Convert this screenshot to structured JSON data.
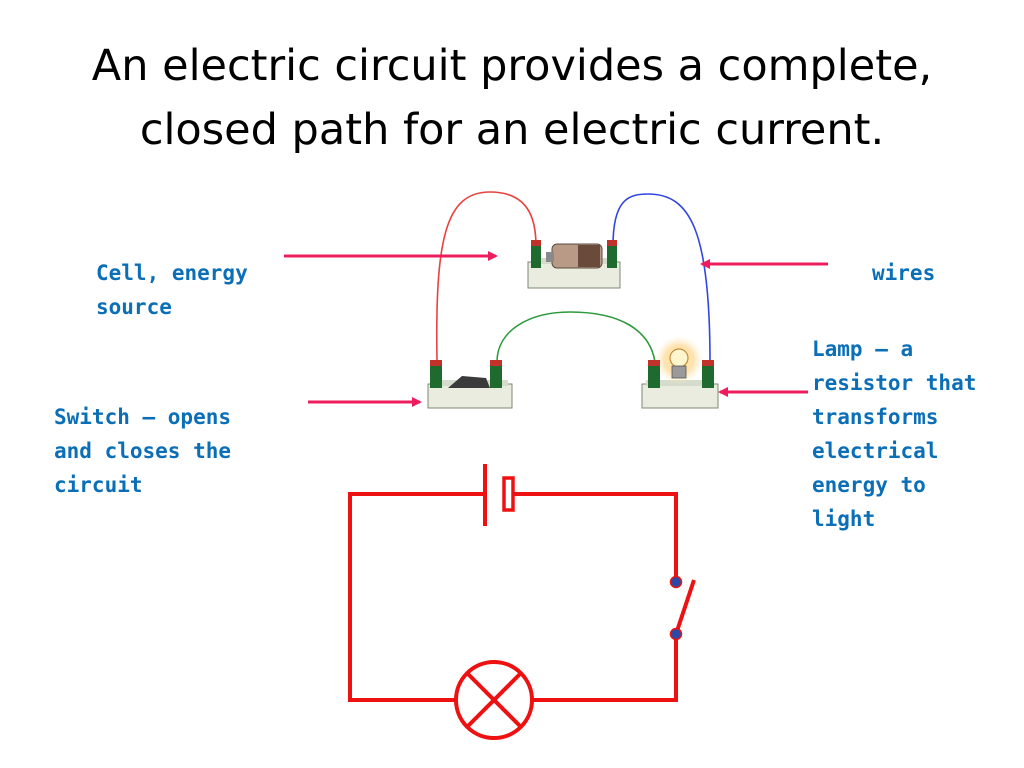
{
  "title": "An electric circuit provides a complete, closed path for an electric current.",
  "labels": {
    "cell": "Cell, energy\nsource",
    "wires": "wires",
    "switch": "Switch – opens\nand closes the\ncircuit",
    "lamp": "Lamp – a\nresistor that\ntransforms\nelectrical\nenergy to\nlight"
  },
  "colors": {
    "label_text": "#0b6fb8",
    "arrow": "#ee1c5c",
    "schematic": "#ee1111",
    "wire_red": "#e8423f",
    "wire_blue": "#3346e0",
    "wire_green": "#2e9a3c",
    "switch_contact": "#2b4aa6"
  }
}
